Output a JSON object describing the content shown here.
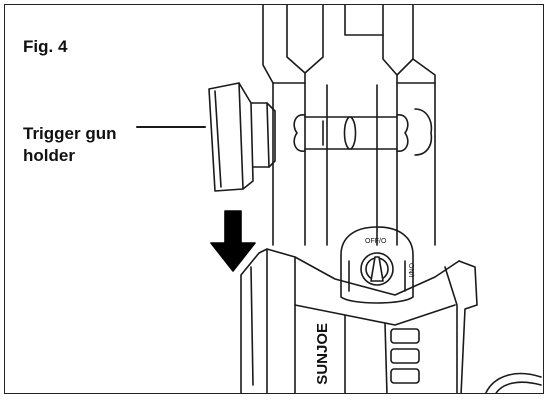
{
  "figure": {
    "label": "Fig. 4",
    "callout_line1": "Trigger gun",
    "callout_line2": "holder",
    "brand_text": "SUNJOE",
    "switch_off": "OFF/O",
    "switch_on": "ON/I"
  }
}
